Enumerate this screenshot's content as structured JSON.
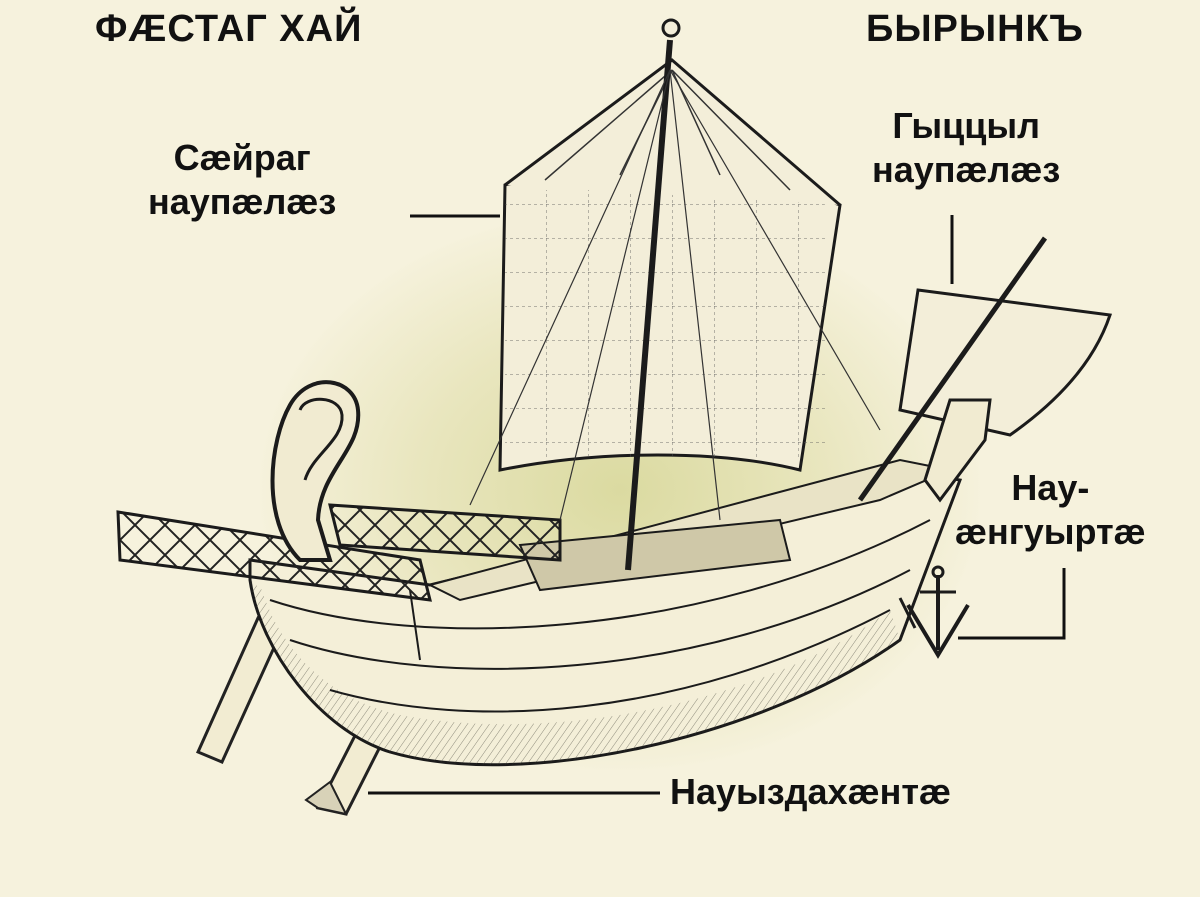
{
  "headings": {
    "left": "ФÆСТАГ ХАЙ",
    "right": "БЫРЫНКЪ"
  },
  "labels": {
    "main_sail": [
      "Сæйраг",
      "наупæлæз"
    ],
    "front_sail": [
      "Гыццыл",
      "наупæлæз"
    ],
    "anchor": [
      "Нау-",
      "æнгуыртæ"
    ],
    "steering_oar": "Науыздахæнтæ"
  },
  "colors": {
    "background": "#f6f2dd",
    "highlight": "#d7d696",
    "ink": "#111111"
  }
}
